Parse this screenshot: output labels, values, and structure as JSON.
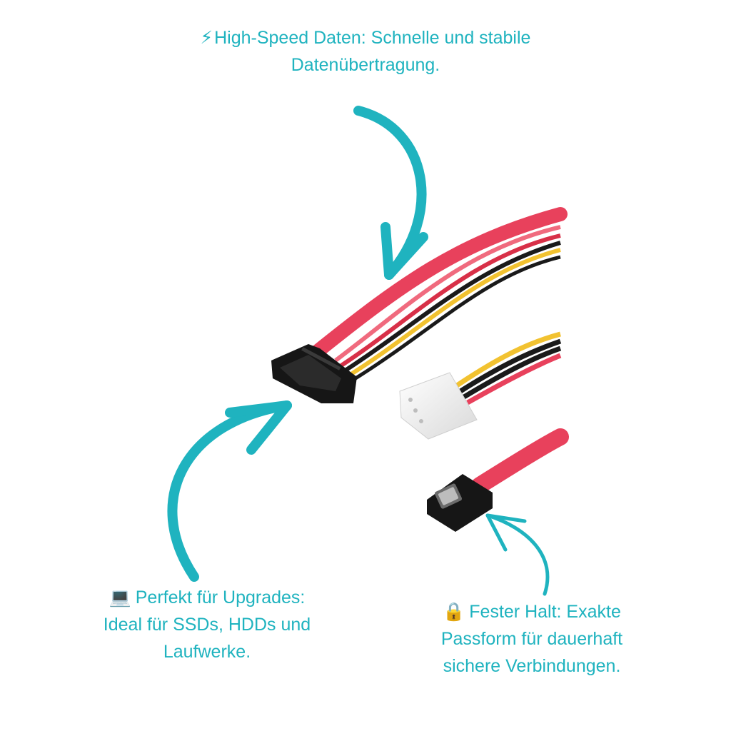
{
  "captions": {
    "top": {
      "icon": "⚡",
      "icon_name": "lightning-icon",
      "line1": "High-Speed Daten: Schnelle und stabile",
      "line2": "Datenübertragung."
    },
    "left": {
      "icon": "💻",
      "icon_name": "laptop-icon",
      "line1": "Perfekt für Upgrades:",
      "line2": "Ideal für SSDs, HDDs und",
      "line3": "Laufwerke."
    },
    "right": {
      "icon": "🔒",
      "icon_name": "lock-icon",
      "line1": "Fester Halt: Exakte",
      "line2": "Passform für dauerhaft",
      "line3": "sichere Verbindungen."
    }
  },
  "colors": {
    "accent": "#1fb3bf",
    "cable_red": "#e8415c",
    "cable_yellow": "#f2c230",
    "cable_black": "#1a1a1a",
    "connector_black": "#161616",
    "molex_white": "#f4f4f4"
  }
}
